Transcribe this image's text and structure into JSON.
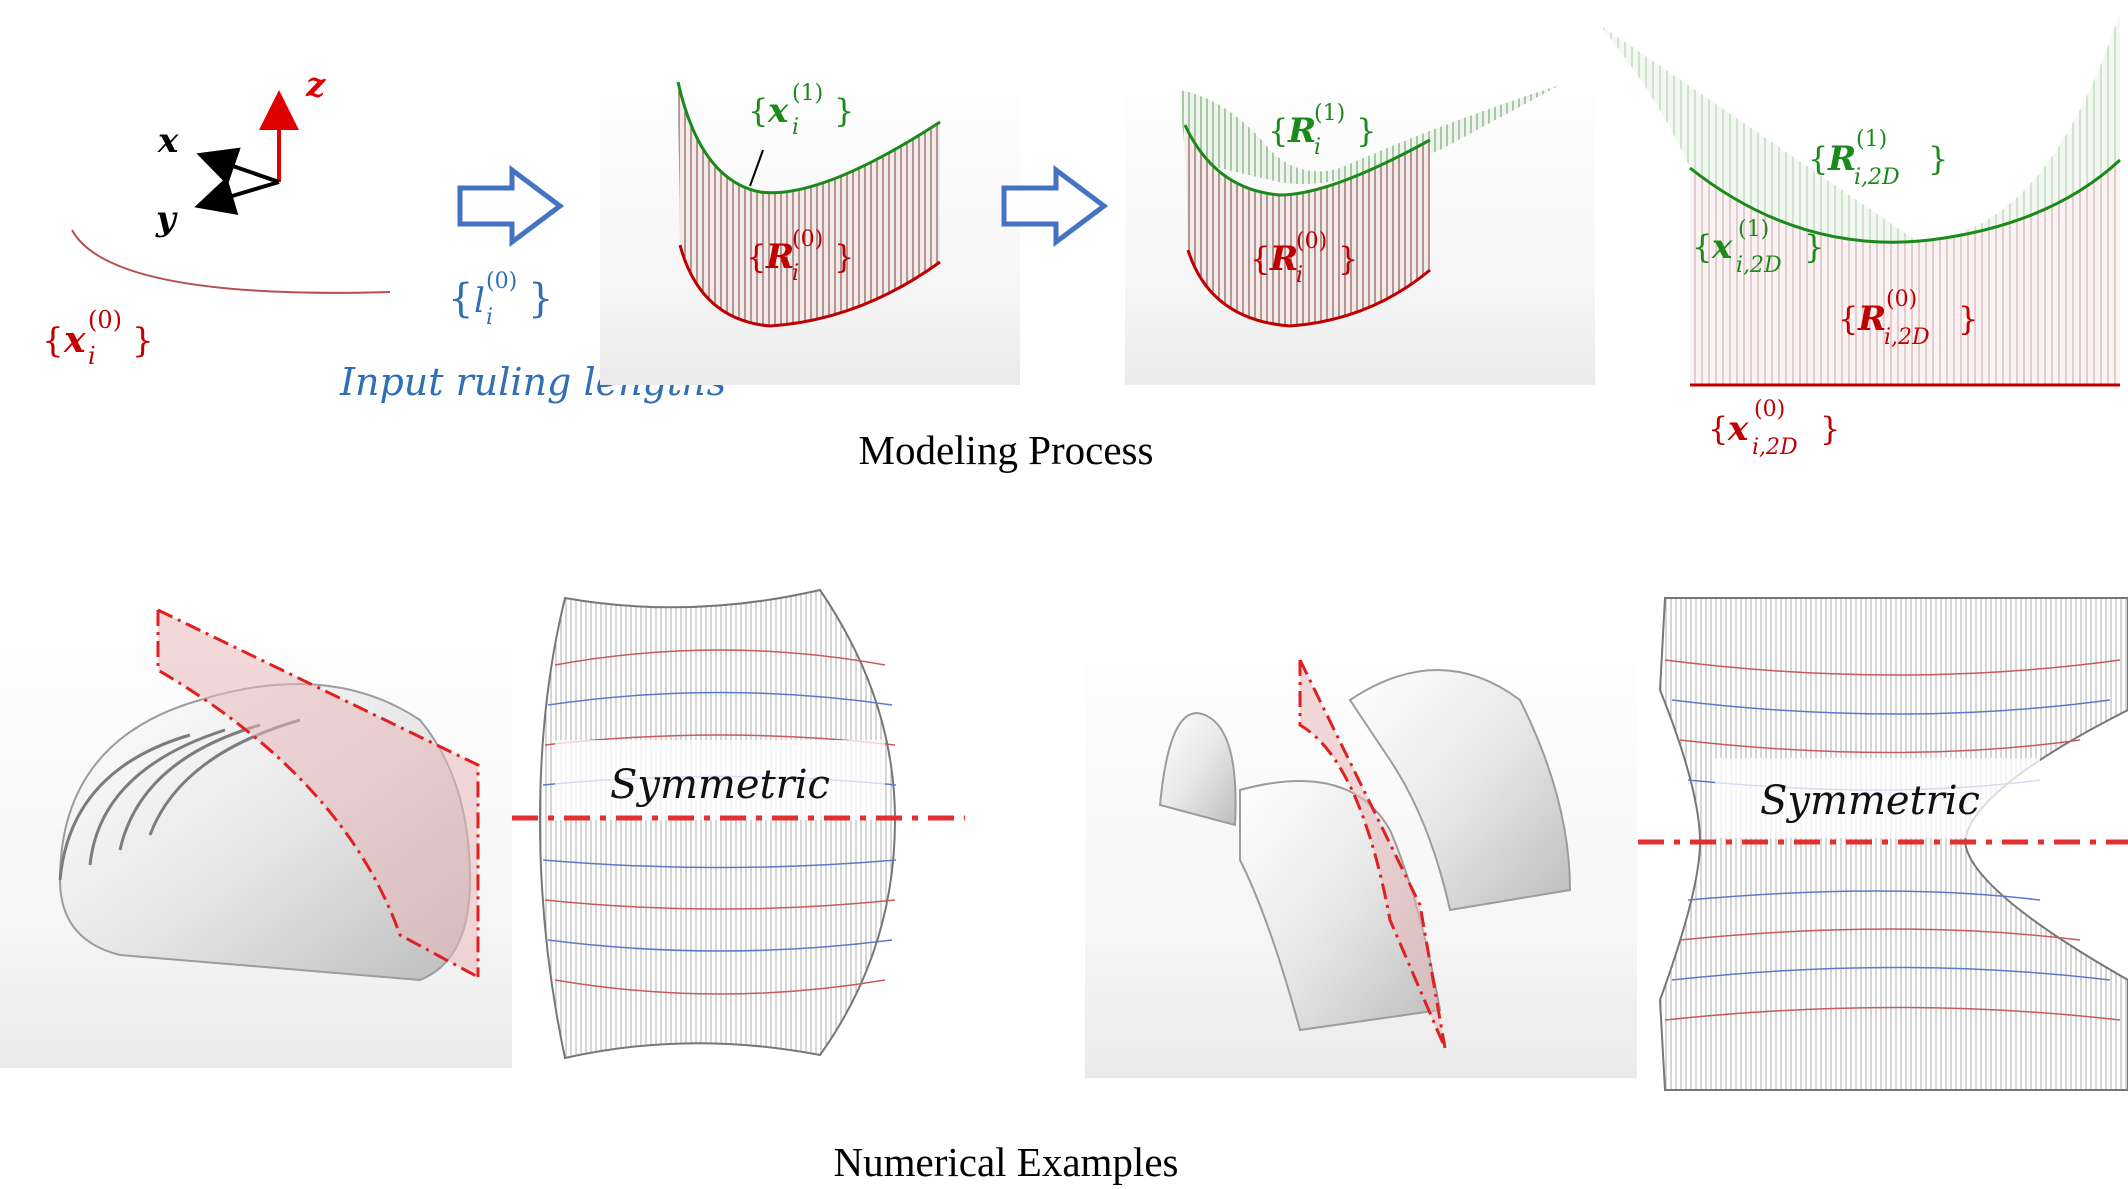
{
  "captions": {
    "modeling": "Modeling Process",
    "examples": "Numerical Examples"
  },
  "axes": {
    "x": "x",
    "y": "y",
    "z": "z"
  },
  "labels": {
    "x0": {
      "var": "x",
      "sub": "i",
      "sup": "(0)"
    },
    "l0": {
      "var": "l",
      "sub": "i",
      "sup": "(0)"
    },
    "input_ruling": "Input ruling lengths",
    "x1": {
      "var": "x",
      "sub": "i",
      "sup": "(1)"
    },
    "R0_a": {
      "var": "R",
      "sub": "i",
      "sup": "(0)"
    },
    "R1": {
      "var": "R",
      "sub": "i",
      "sup": "(1)"
    },
    "R0_b": {
      "var": "R",
      "sub": "i",
      "sup": "(0)"
    },
    "R1_2d": {
      "var": "R",
      "sub": "i,2D",
      "sup": "(1)"
    },
    "x1_2d": {
      "var": "x",
      "sub": "i,2D",
      "sup": "(1)"
    },
    "R0_2d": {
      "var": "R",
      "sub": "i,2D",
      "sup": "(0)"
    },
    "x0_2d": {
      "var": "x",
      "sub": "i,2D",
      "sup": "(0)"
    }
  },
  "symmetric_1": "Symmetric",
  "symmetric_2": "Symmetric",
  "colors": {
    "red": "#c00000",
    "green": "#1a8a1a",
    "blue": "#2f6fb5",
    "arrow_fill": "#ffffff",
    "arrow_stroke": "#4472c4",
    "cut_plane": "#e8b8b8",
    "dash_red": "#e02020"
  }
}
